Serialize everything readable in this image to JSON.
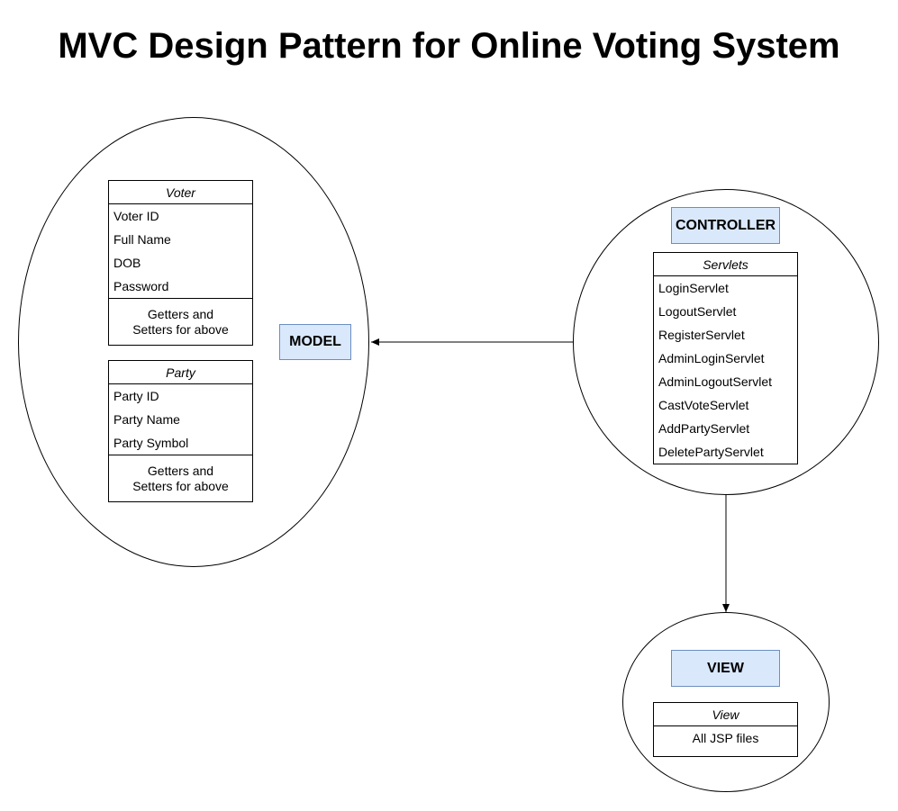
{
  "title": "MVC Design Pattern for Online Voting System",
  "model": {
    "label": "MODEL",
    "voter": {
      "header": "Voter",
      "attributes": [
        "Voter ID",
        "Full Name",
        "DOB",
        "Password"
      ],
      "methods": "Getters and\nSetters for above"
    },
    "party": {
      "header": "Party",
      "attributes": [
        "Party ID",
        "Party Name",
        "Party Symbol"
      ],
      "methods": "Getters and\nSetters for above"
    }
  },
  "controller": {
    "label": "CONTROLLER",
    "servlets": {
      "header": "Servlets",
      "items": [
        "LoginServlet",
        "LogoutServlet",
        "RegisterServlet",
        "AdminLoginServlet",
        "AdminLogoutServlet",
        "CastVoteServlet",
        "AddPartyServlet",
        "DeletePartyServlet"
      ]
    }
  },
  "view": {
    "label": "VIEW",
    "view_box": {
      "header": "View",
      "content": "All JSP files"
    }
  }
}
